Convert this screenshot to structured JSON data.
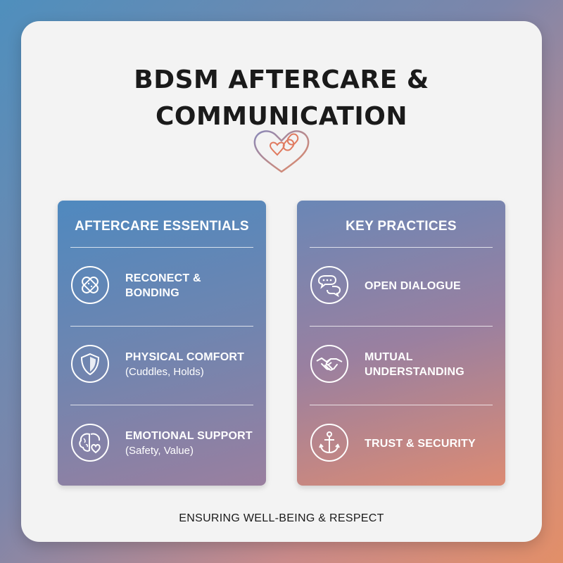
{
  "title": {
    "line1": "BDSM AFTERCARE &",
    "line2": "COMMUNICATION"
  },
  "divider": {
    "icon": "heart-link-icon"
  },
  "panels": [
    {
      "heading": "AFTERCARE ESSENTIALS",
      "items": [
        {
          "icon": "bandage-icon",
          "label": "RECONECT & BONDING",
          "sub": ""
        },
        {
          "icon": "shield-icon",
          "label": "PHYSICAL COMFORT",
          "sub": "(Cuddles, Holds)"
        },
        {
          "icon": "brain-heart-icon",
          "label": "EMOTIONAL SUPPORT",
          "sub": "(Safety, Value)"
        }
      ]
    },
    {
      "heading": "KEY PRACTICES",
      "items": [
        {
          "icon": "speech-bubbles-icon",
          "label": "OPEN DIALOGUE",
          "sub": ""
        },
        {
          "icon": "handshake-icon",
          "label": "MUTUAL UNDERSTANDING",
          "sub": ""
        },
        {
          "icon": "anchor-icon",
          "label": "TRUST & SECURITY",
          "sub": ""
        }
      ]
    }
  ],
  "footer": "ENSURING WELL-BEING & RESPECT",
  "colors": {
    "left_accent": "#4f89bf",
    "right_accent": "#dc8b73",
    "title": "#1a1a1a"
  }
}
